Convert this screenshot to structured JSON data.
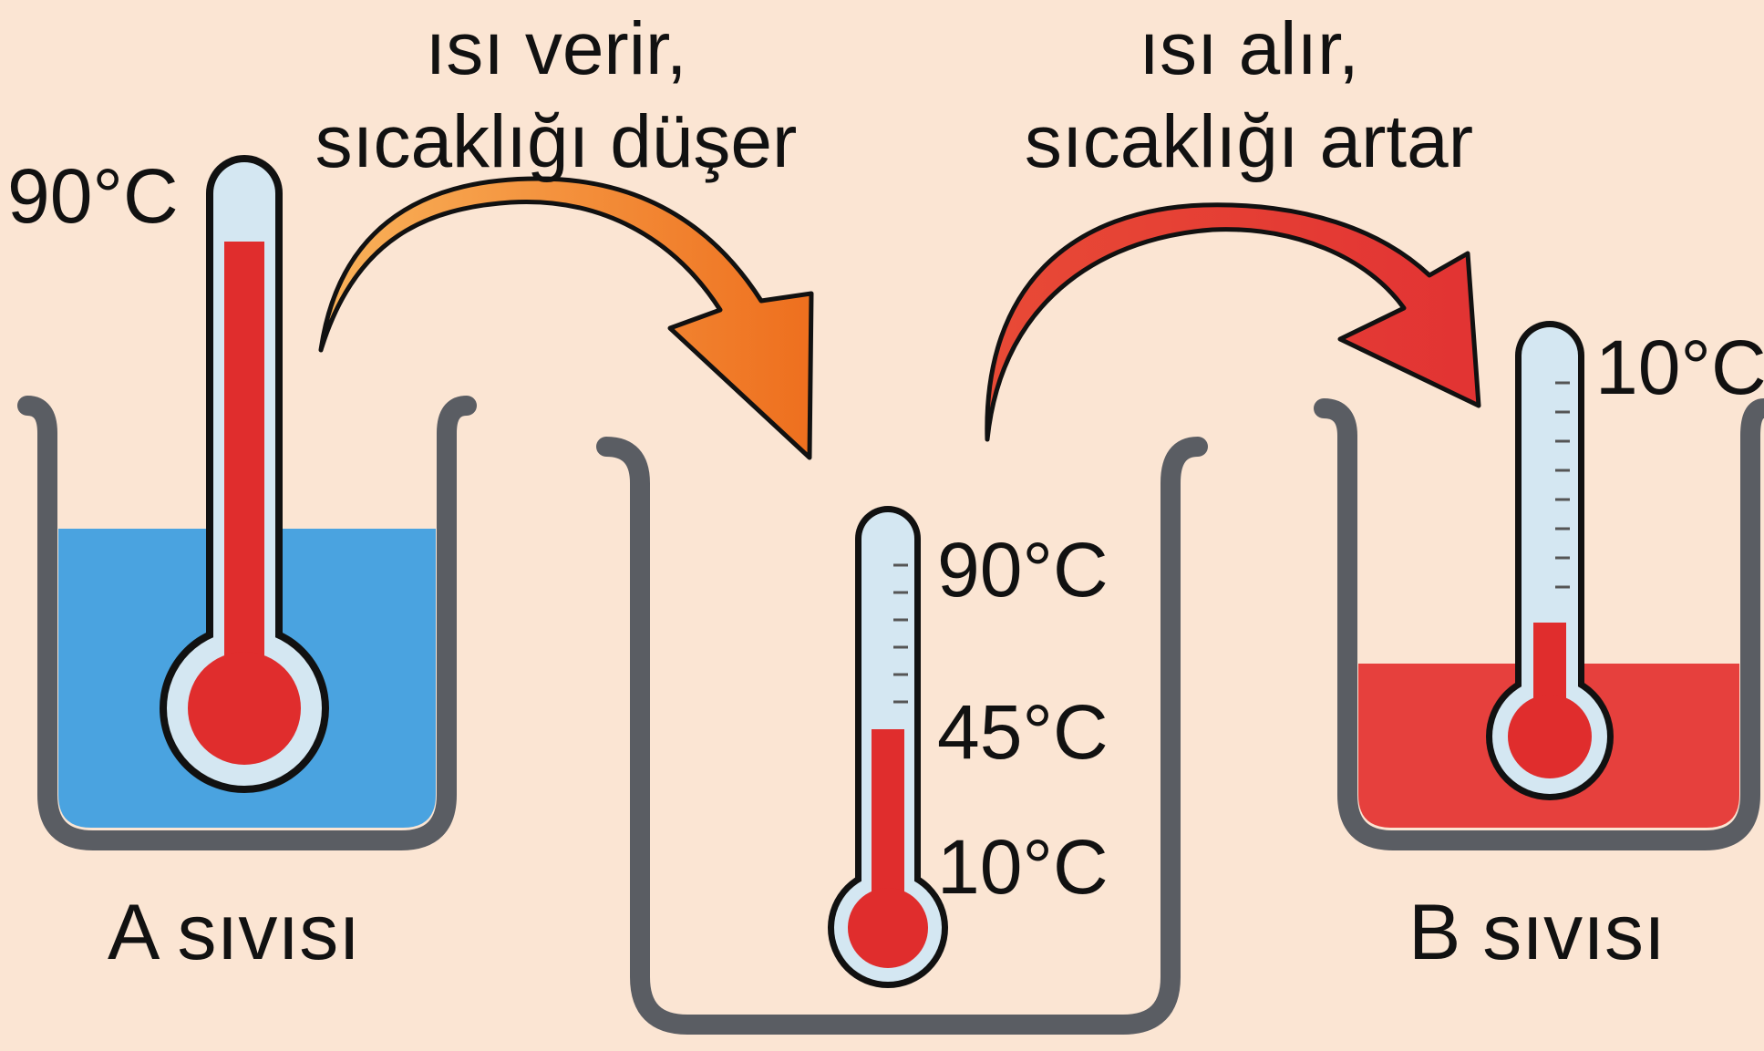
{
  "arrows": {
    "left": {
      "line1": "ısı verir,",
      "line2": "sıcaklığı düşer",
      "color": "#f08a2a"
    },
    "right": {
      "line1": "ısı alır,",
      "line2": "sıcaklığı artar",
      "color": "#e8453a"
    }
  },
  "beaker_a": {
    "label": "A sıvısı",
    "liquid_color": "#4aa3e0",
    "thermometer_reading": "90°C"
  },
  "beaker_b": {
    "label": "B sıvısı",
    "liquid_color": "#e6403d",
    "thermometer_reading": "10°C"
  },
  "middle_thermometer": {
    "top_reading": "90°C",
    "mid_reading": "45°C",
    "bottom_reading": "10°C"
  },
  "colors": {
    "background": "#fbe5d3",
    "beaker_wall": "#5a5d63",
    "mercury": "#e02d2d",
    "glass": "#d4e7f2"
  }
}
